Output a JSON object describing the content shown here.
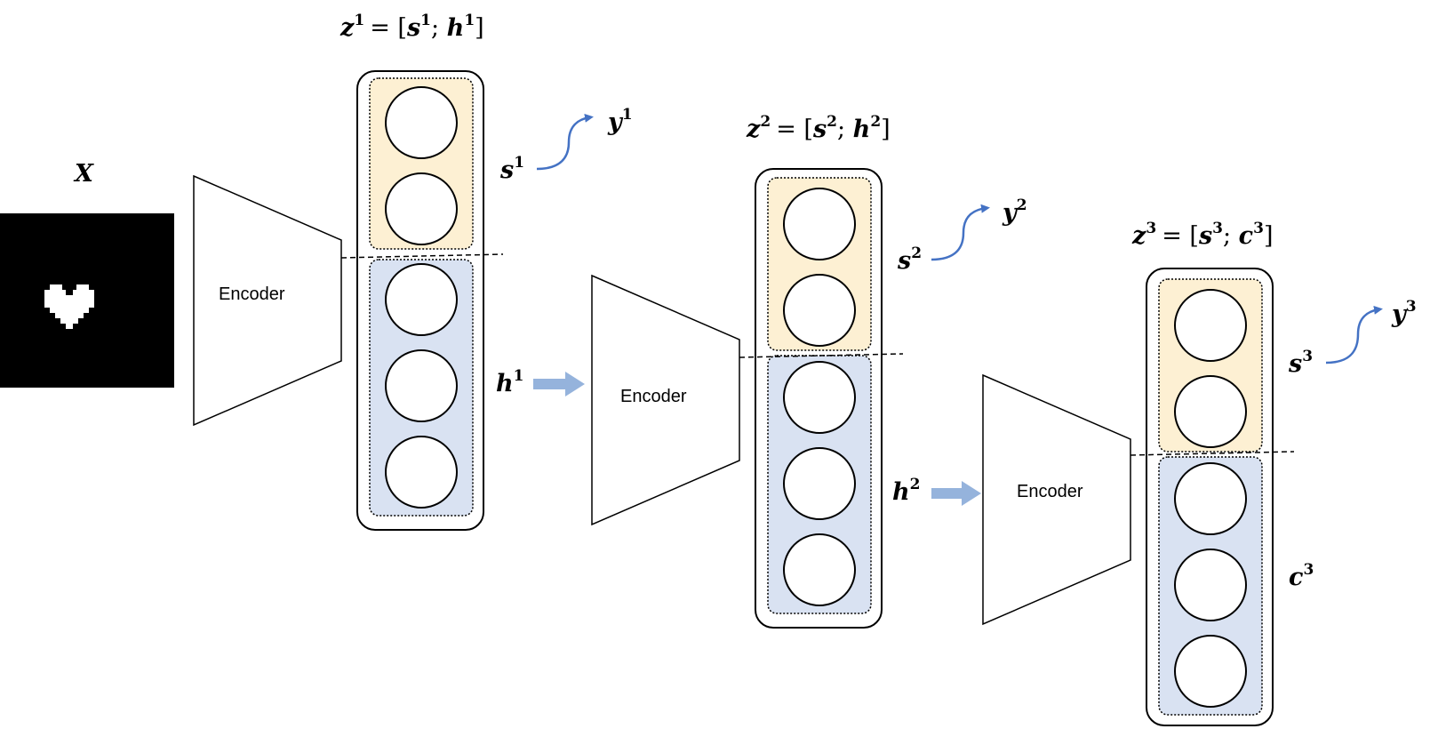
{
  "input": {
    "symbol": "X"
  },
  "encoder_label": "Encoder",
  "stages": [
    {
      "z": "z",
      "z_idx": "1",
      "eq": "= [",
      "s": "s",
      "s_idx": "1",
      "sep": "; ",
      "h": "h",
      "h_idx": "1",
      "close": "]",
      "y": "y",
      "y_idx": "1",
      "s_label": "s",
      "s_label_idx": "1",
      "h_label": "h",
      "h_label_idx": "1"
    },
    {
      "z": "z",
      "z_idx": "2",
      "eq": "= [",
      "s": "s",
      "s_idx": "2",
      "sep": "; ",
      "h": "h",
      "h_idx": "2",
      "close": "]",
      "y": "y",
      "y_idx": "2",
      "s_label": "s",
      "s_label_idx": "2",
      "h_label": "h",
      "h_label_idx": "2"
    },
    {
      "z": "z",
      "z_idx": "3",
      "eq": "= [",
      "s": "s",
      "s_idx": "3",
      "sep": "; ",
      "h": "c",
      "h_idx": "3",
      "close": "]",
      "y": "y",
      "y_idx": "3",
      "s_label": "s",
      "s_label_idx": "3",
      "h_label": "c",
      "h_label_idx": "3"
    }
  ],
  "colors": {
    "s_fill": "#fdf0d3",
    "h_fill": "#d9e2f2",
    "arrow_blue": "#4472c4",
    "arrow_light": "#95b3dc"
  }
}
